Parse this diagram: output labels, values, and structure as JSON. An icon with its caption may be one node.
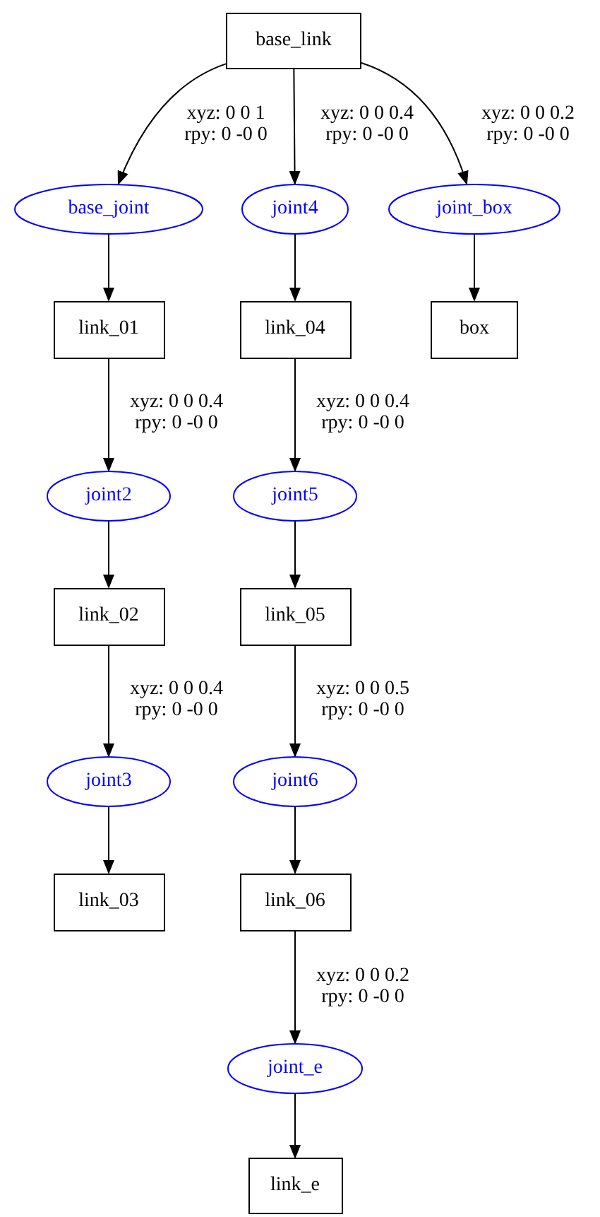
{
  "diagram": {
    "nodes": [
      {
        "text": [
          "base_link"
        ]
      },
      {
        "text": [
          "base_joint"
        ]
      },
      {
        "text": [
          "joint4"
        ]
      },
      {
        "text": [
          "joint_box"
        ]
      },
      {
        "text": [
          "link_01"
        ]
      },
      {
        "text": [
          "link_04"
        ]
      },
      {
        "text": [
          "box"
        ]
      },
      {
        "text": [
          "joint2"
        ]
      },
      {
        "text": [
          "joint5"
        ]
      },
      {
        "text": [
          "link_02"
        ]
      },
      {
        "text": [
          "link_05"
        ]
      },
      {
        "text": [
          "joint3"
        ]
      },
      {
        "text": [
          "joint6"
        ]
      },
      {
        "text": [
          "link_03"
        ]
      },
      {
        "text": [
          "link_06"
        ]
      },
      {
        "text": [
          "joint_e"
        ]
      },
      {
        "text": [
          "link_e"
        ]
      }
    ],
    "edges": [
      {
        "from": 0,
        "to": 1,
        "arrow": "to",
        "label": "xyz: 0 0 1 rpy: 0 -0 0"
      },
      {
        "from": 1,
        "to": 4,
        "arrow": "to"
      },
      {
        "from": 0,
        "to": 2,
        "arrow": "to",
        "label": "xyz: 0 0 0.4 rpy: 0 -0 0"
      },
      {
        "from": 2,
        "to": 5,
        "arrow": "to"
      },
      {
        "from": 0,
        "to": 3,
        "arrow": "to",
        "label": "xyz: 0 0 0.2 rpy: 0 -0 0"
      },
      {
        "from": 3,
        "to": 6,
        "arrow": "to"
      },
      {
        "from": 4,
        "to": 7,
        "arrow": "to",
        "label": "xyz: 0 0 0.4 rpy: 0 -0 0"
      },
      {
        "from": 7,
        "to": 9,
        "arrow": "to"
      },
      {
        "from": 9,
        "to": 11,
        "arrow": "to",
        "label": "xyz: 0 0 0.4 rpy: 0 -0 0"
      },
      {
        "from": 11,
        "to": 13,
        "arrow": "to"
      },
      {
        "from": 5,
        "to": 8,
        "arrow": "to",
        "label": "xyz: 0 0 0.4 rpy: 0 -0 0"
      },
      {
        "from": 8,
        "to": 10,
        "arrow": "to"
      },
      {
        "from": 10,
        "to": 12,
        "arrow": "to",
        "label": "xyz: 0 0 0.5 rpy: 0 -0 0"
      },
      {
        "from": 12,
        "to": 14,
        "arrow": "to"
      },
      {
        "from": 14,
        "to": 15,
        "arrow": "to",
        "label": "xyz: 0 0 0.2 rpy: 0 -0 0"
      },
      {
        "from": 15,
        "to": 16,
        "arrow": "to"
      }
    ]
  }
}
